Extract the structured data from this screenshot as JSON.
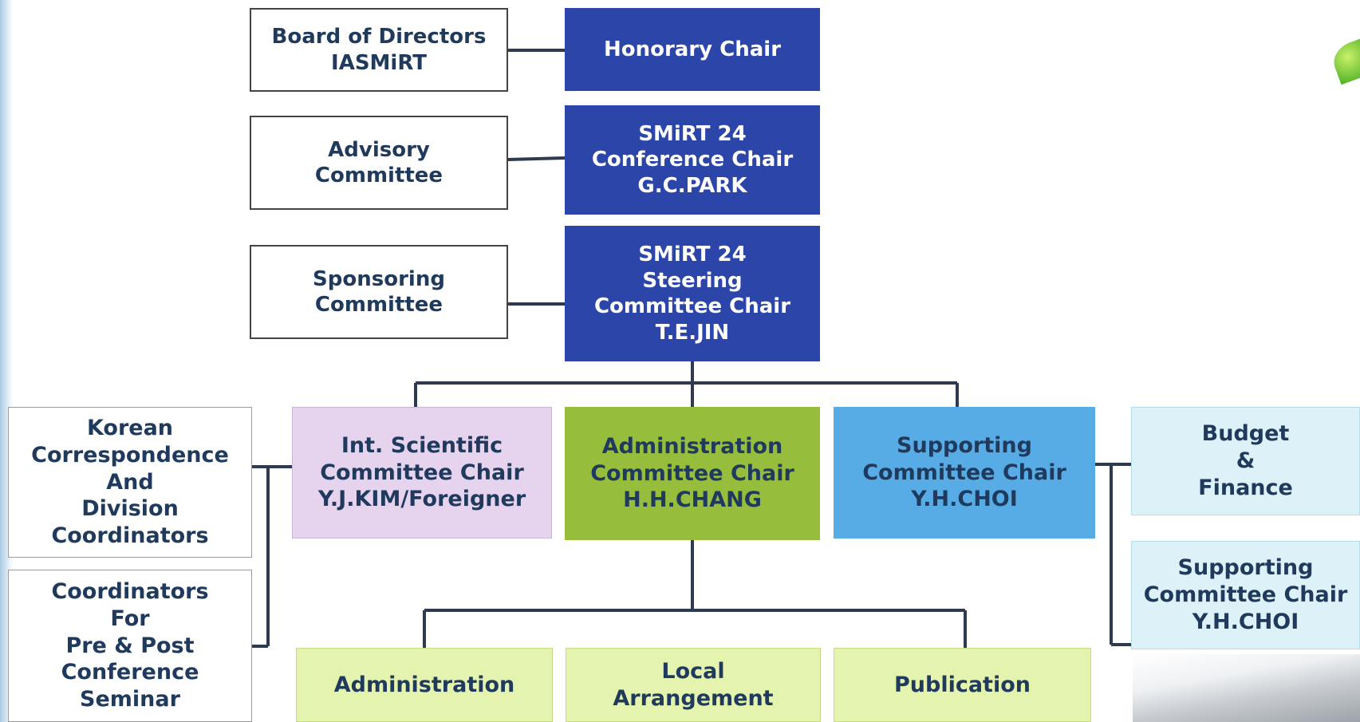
{
  "colors": {
    "dark_blue": "#2b45a8",
    "lavender": "#e6d3ee",
    "green": "#97bd3c",
    "sky_blue": "#58ace6",
    "pale_cyan": "#dcf1f8",
    "lime": "#e4f3ad",
    "connector": "#2e3a4f",
    "text": "#1f3a5c"
  },
  "nodes": {
    "board": "Board of Directors\nIASMiRT",
    "honorary": "Honorary Chair",
    "advisory": "Advisory\nCommittee",
    "conference": "SMiRT 24\nConference Chair\nG.C.PARK",
    "sponsoring": "Sponsoring\nCommittee",
    "steering": "SMiRT 24\nSteering\nCommittee Chair\nT.E.JIN",
    "korean": "Korean\nCorrespondence\nAnd\nDivision\nCoordinators",
    "coordinators": "Coordinators\nFor\nPre & Post\nConference\nSeminar",
    "scientific": "Int. Scientific\nCommittee Chair\nY.J.KIM/Foreigner",
    "administration_chair": "Administration\nCommittee Chair\nH.H.CHANG",
    "supporting_chair": "Supporting\nCommittee Chair\nY.H.CHOI",
    "budget": "Budget\n&\nFinance",
    "supporting_sub": "Supporting\nCommittee Chair\nY.H.CHOI",
    "administration": "Administration",
    "local": "Local\nArrangement",
    "publication": "Publication"
  }
}
